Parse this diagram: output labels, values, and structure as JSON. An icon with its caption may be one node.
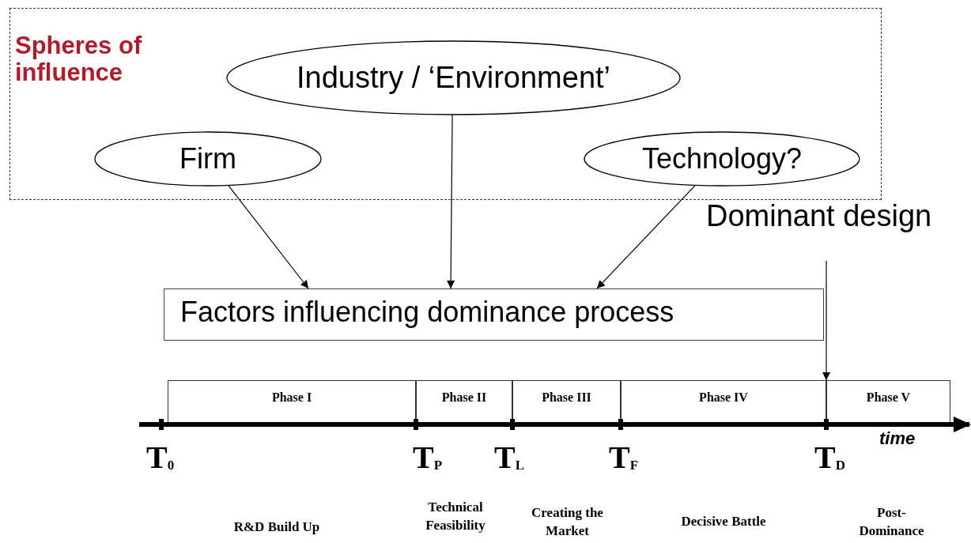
{
  "diagram": {
    "nodes": [
      {
        "text": [
          "Spheres of influence"
        ]
      },
      {
        "text": [
          "Industry / ‘Environment’"
        ],
        "in": 0
      },
      {
        "text": [
          "Firm"
        ],
        "in": 0
      },
      {
        "text": [
          "Technology?"
        ],
        "in": 0
      },
      {
        "text": [
          "Factors influencing dominance process"
        ]
      },
      {
        "text": [
          "Phase I"
        ]
      },
      {
        "text": [
          "Phase II"
        ]
      },
      {
        "text": [
          "Phase III"
        ]
      },
      {
        "text": [
          "Phase IV"
        ]
      },
      {
        "text": [
          "Phase V"
        ]
      }
    ],
    "edges": [
      {
        "from": 2,
        "to": 4,
        "arrow": "to"
      },
      {
        "from": 1,
        "to": 4,
        "arrow": "to"
      },
      {
        "from": 3,
        "to": 4,
        "arrow": "to"
      },
      {
        "from": null,
        "to": 9,
        "arrow": "to"
      }
    ],
    "labels": [
      "Dominant design",
      "T$_{0}$",
      "T$_{P}$",
      "T$_{L}$",
      "T$_{F}$",
      "T$_{D}$",
      "time",
      "Technical Feasibility",
      "R&D Build Up",
      "Creating the Market",
      "Decisive Battle",
      "Post-Dominance"
    ]
  }
}
